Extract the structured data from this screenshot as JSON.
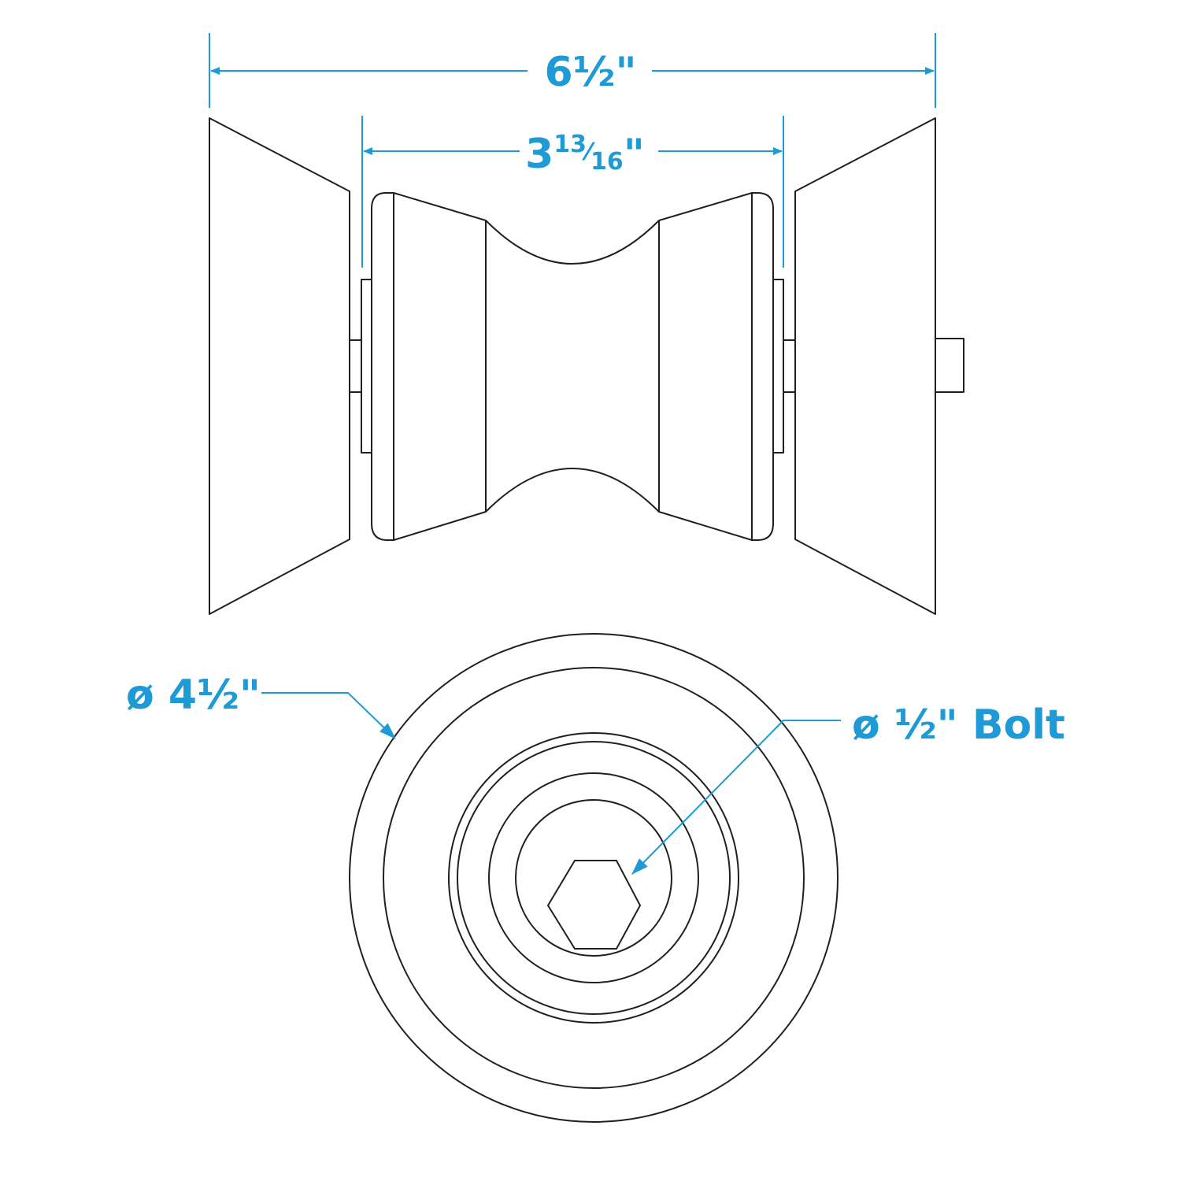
{
  "colors": {
    "dimension": "#1e9ad6",
    "outline": "#231f20",
    "background": "#ffffff"
  },
  "dimensions": {
    "overall_width": {
      "main": "6",
      "frac": "½",
      "unit": "\""
    },
    "inner_width": {
      "main": "3",
      "num": "13",
      "den": "16",
      "unit": "\""
    },
    "outer_diameter": {
      "symbol": "ø",
      "main": "4",
      "frac": "½",
      "unit": "\""
    },
    "bolt": {
      "symbol": "ø",
      "frac": "½",
      "unit": "\"",
      "label": "Bolt"
    }
  },
  "icons": {
    "hex_socket": "hex-socket-icon"
  }
}
